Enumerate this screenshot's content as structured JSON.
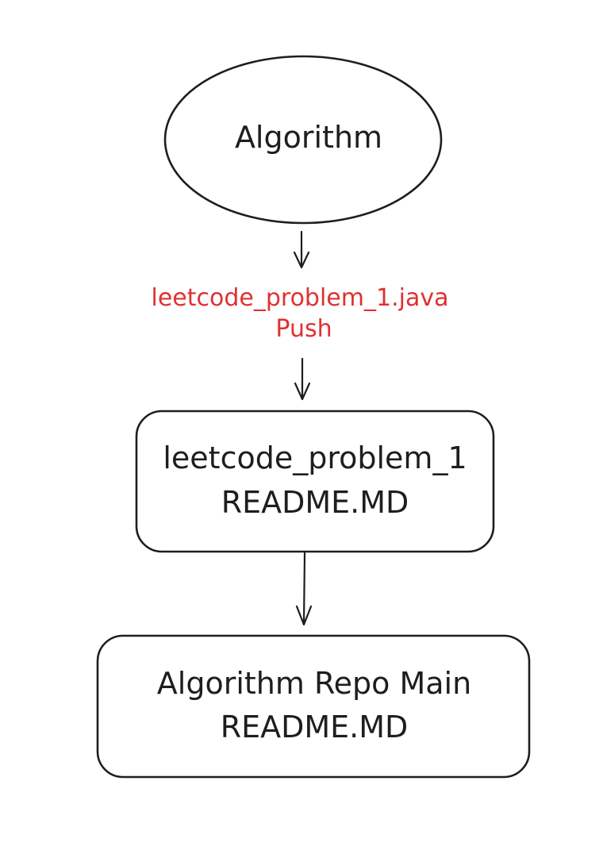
{
  "colors": {
    "stroke": "#1e1e1e",
    "label_accent": "#e03131",
    "background": "#ffffff"
  },
  "nodes": {
    "algorithm": {
      "label": "Algorithm"
    },
    "problem_readme": {
      "line1": "leetcode_problem_1",
      "line2": "README.MD"
    },
    "repo_readme": {
      "line1": "Algorithm Repo Main",
      "line2": "README.MD"
    }
  },
  "edge_label": {
    "line1": "leetcode_problem_1.java",
    "line2": "Push"
  }
}
